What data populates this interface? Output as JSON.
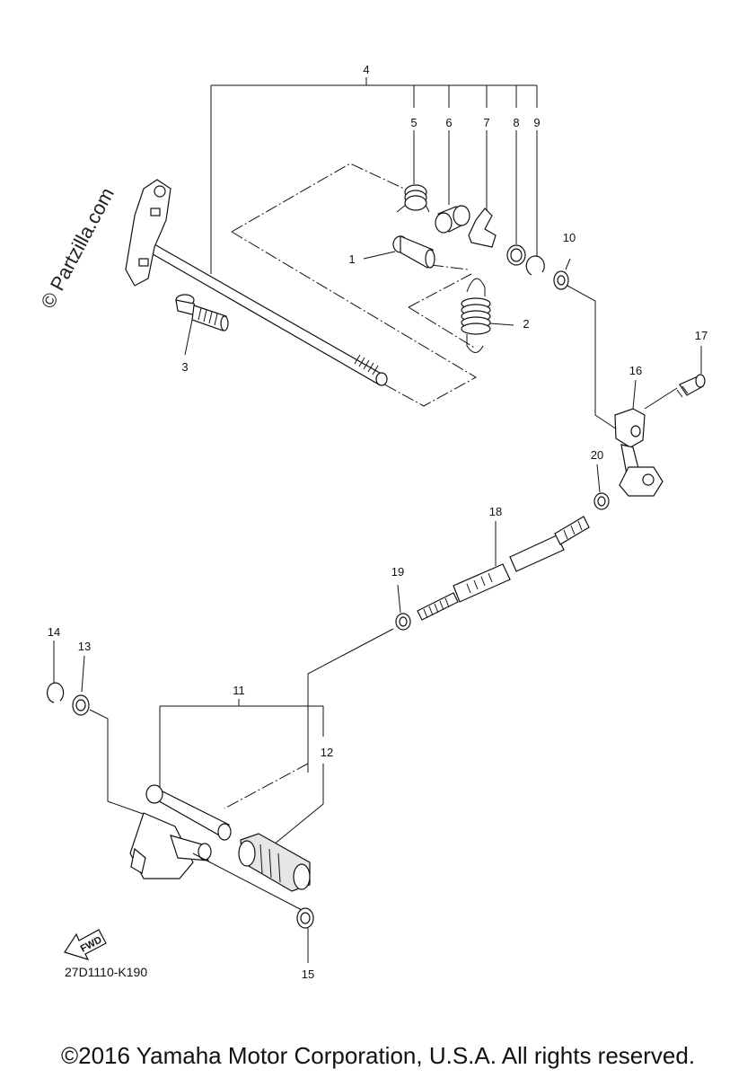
{
  "watermark": "© Partzilla.com",
  "diagram_code": "27D1110-K190",
  "fwd_label": "FWD",
  "copyright": "©2016 Yamaha Motor Corporation, U.S.A. All rights reserved.",
  "callouts": [
    "1",
    "2",
    "3",
    "4",
    "5",
    "6",
    "7",
    "8",
    "9",
    "10",
    "11",
    "12",
    "13",
    "14",
    "15",
    "16",
    "17",
    "18",
    "19",
    "20"
  ]
}
